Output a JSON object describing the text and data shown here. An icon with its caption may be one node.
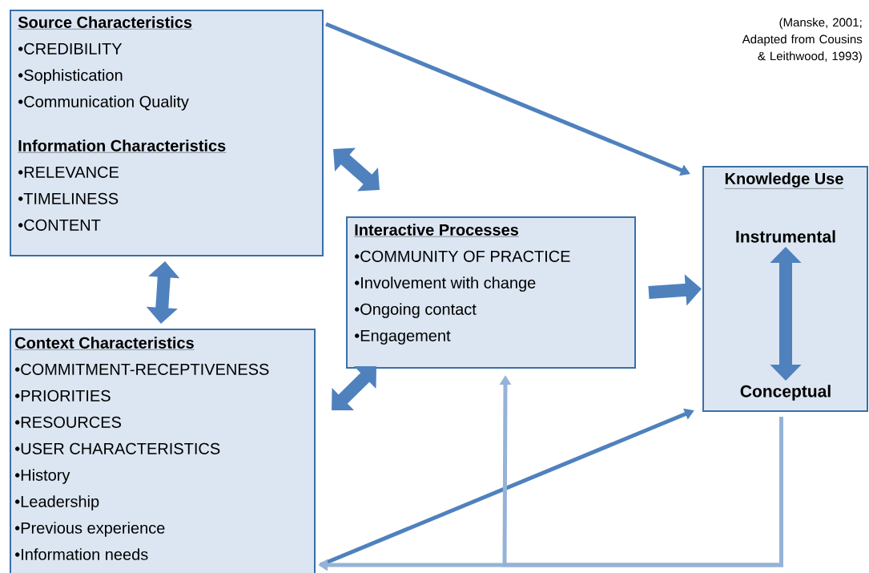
{
  "diagram": {
    "nodes": [
      {
        "text": [
          "Source Characteristics",
          "•CREDIBILITY",
          "•Sophistication",
          "•Communication Quality",
          "Information Characteristics",
          "•RELEVANCE",
          "•TIMELINESS",
          "•CONTENT"
        ]
      },
      {
        "text": [
          "Context Characteristics",
          "•COMMITMENT-RECEPTIVENESS",
          "•PRIORITIES",
          "•RESOURCES",
          "•USER CHARACTERISTICS",
          "•History",
          "•Leadership",
          "•Previous experience",
          "•Information needs"
        ]
      },
      {
        "text": [
          "Interactive Processes",
          "•COMMUNITY OF PRACTICE",
          "•Involvement with change",
          "•Ongoing contact",
          "•Engagement"
        ]
      },
      {
        "text": [
          "Knowledge Use"
        ]
      },
      {
        "text": [
          "Instrumental"
        ],
        "in": 3
      },
      {
        "text": [
          "Conceptual"
        ],
        "in": 3
      }
    ],
    "edges": [
      {
        "from": 0,
        "to": 3,
        "arrow": "to"
      },
      {
        "from": 0,
        "to": 2,
        "arrow": "both"
      },
      {
        "from": 0,
        "to": 1,
        "arrow": "both"
      },
      {
        "from": 1,
        "to": 2,
        "arrow": "both"
      },
      {
        "from": 2,
        "to": 3,
        "arrow": "to"
      },
      {
        "from": 1,
        "to": 3,
        "arrow": "to"
      },
      {
        "from": 4,
        "to": 5,
        "arrow": "both"
      },
      {
        "from": 3,
        "to": 1,
        "arrow": "to",
        "color": "#95b3d7"
      },
      {
        "from": 3,
        "to": 2,
        "arrow": "to",
        "color": "#95b3d7"
      }
    ],
    "labels": [
      "(Manske, 2001; Adapted from Cousins & Leithwood, 1993)"
    ]
  }
}
